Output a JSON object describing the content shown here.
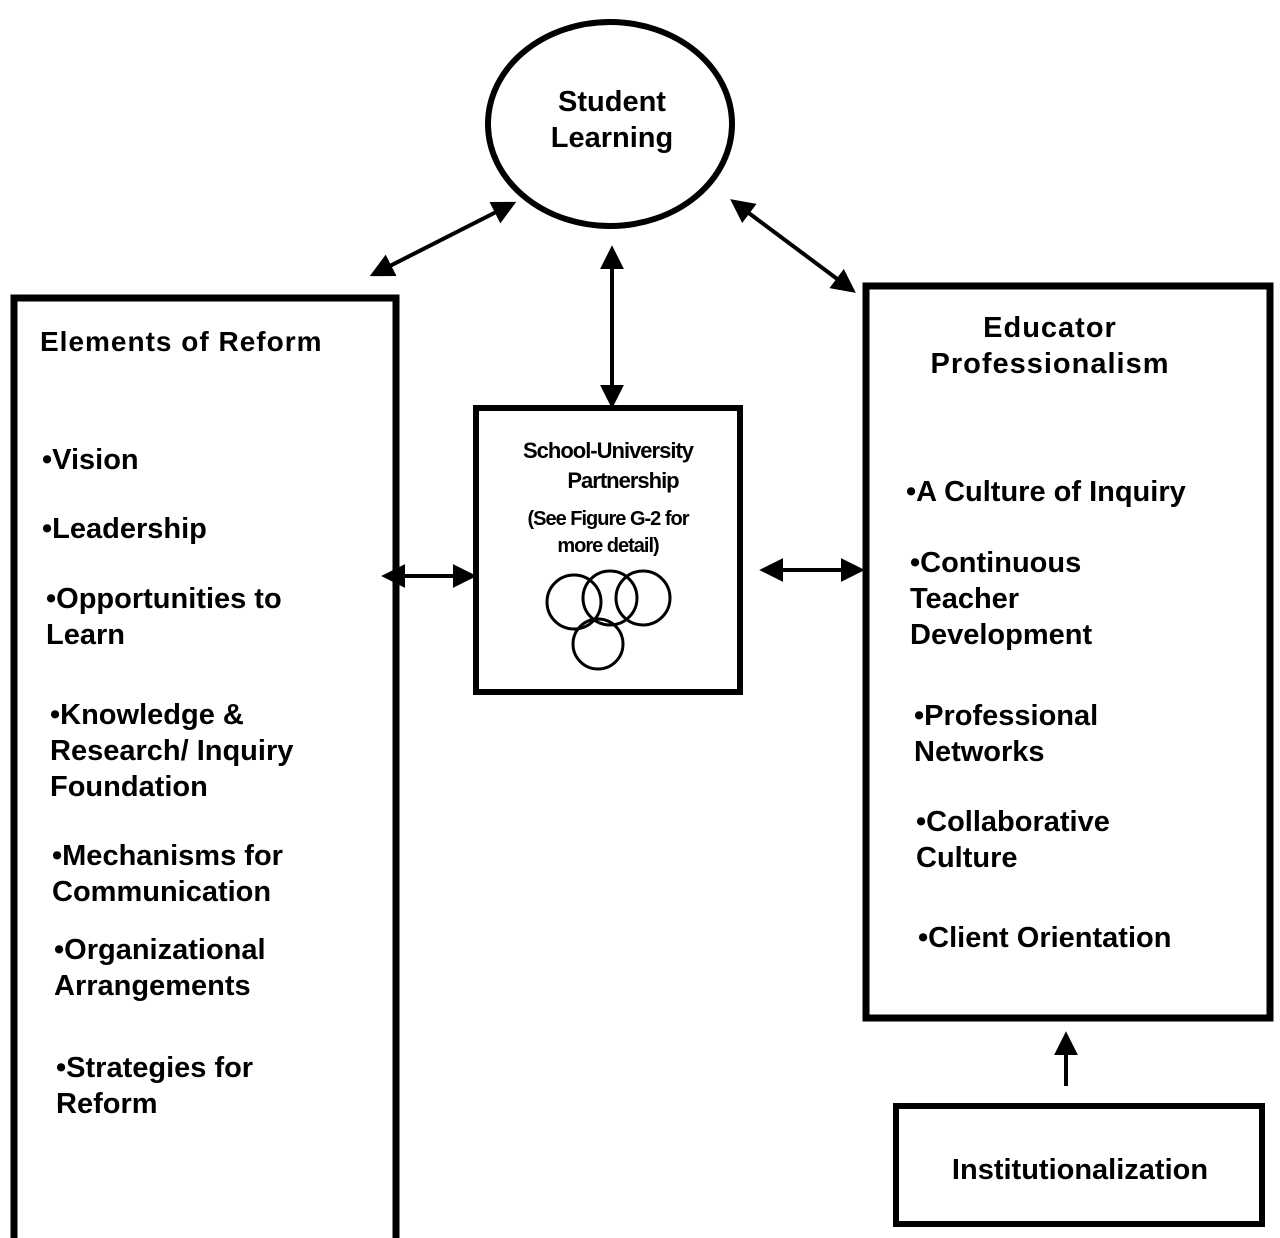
{
  "student_learning": {
    "line1": "Student",
    "line2": "Learning"
  },
  "elements_of_reform": {
    "title": "Elements of Reform",
    "items": [
      "•Vision",
      "•Leadership",
      "•Opportunities to\n          Learn",
      "•Knowledge &\nResearch/ Inquiry\nFoundation",
      "•Mechanisms for\nCommunication",
      "•Organizational\nArrangements",
      "•Strategies for\nReform"
    ]
  },
  "partnership": {
    "title_line1": "School-University",
    "title_line2": "Partnership",
    "note_line1": "(See Figure G-2 for",
    "note_line2": "more detail)"
  },
  "educator_professionalism": {
    "title_line1": "Educator",
    "title_line2": "Professionalism",
    "items": [
      "•A Culture of Inquiry",
      "•Continuous\nTeacher\nDevelopment",
      "•Professional\nNetworks",
      "•Collaborative\nCulture",
      "•Client Orientation"
    ]
  },
  "institutionalization": {
    "label": "Institutionalization"
  }
}
